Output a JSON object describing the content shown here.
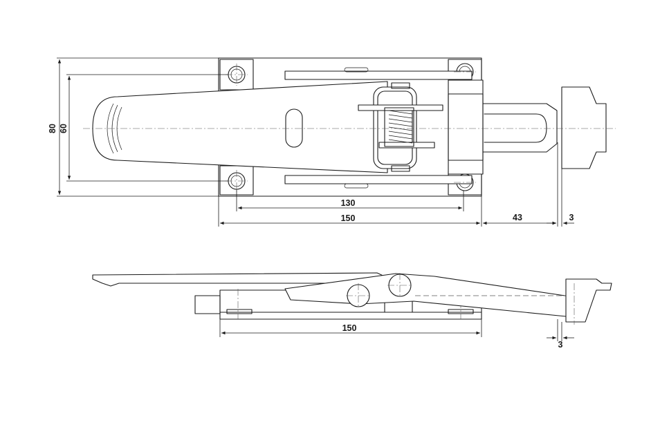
{
  "top_view": {
    "dimensions": {
      "height_outer": "80",
      "height_holes": "60",
      "hole_spacing": "130",
      "base_length": "150",
      "strike_offset": "43",
      "strike_thickness": "3"
    }
  },
  "side_view": {
    "dimensions": {
      "base_length": "150",
      "hook_gap": "3"
    }
  }
}
